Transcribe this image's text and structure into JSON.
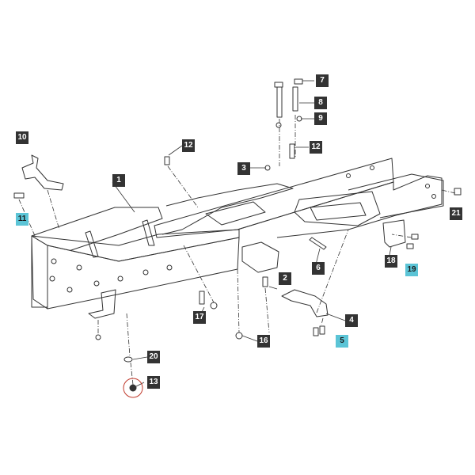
{
  "colors": {
    "callout_bg": "#333333",
    "callout_text": "#ffffff",
    "callout_highlight_bg": "#5bc4d6",
    "line": "#333333",
    "ring": "#c0392b"
  },
  "callouts": [
    {
      "id": "c1",
      "label": "1",
      "highlight": false
    },
    {
      "id": "c2",
      "label": "2",
      "highlight": false
    },
    {
      "id": "c3",
      "label": "3",
      "highlight": false
    },
    {
      "id": "c4",
      "label": "4",
      "highlight": false
    },
    {
      "id": "c5",
      "label": "5",
      "highlight": true
    },
    {
      "id": "c6",
      "label": "6",
      "highlight": false
    },
    {
      "id": "c7",
      "label": "7",
      "highlight": false
    },
    {
      "id": "c8",
      "label": "8",
      "highlight": false
    },
    {
      "id": "c9",
      "label": "9",
      "highlight": false
    },
    {
      "id": "c10",
      "label": "10",
      "highlight": false
    },
    {
      "id": "c11",
      "label": "11",
      "highlight": true
    },
    {
      "id": "c12a",
      "label": "12",
      "highlight": false
    },
    {
      "id": "c12b",
      "label": "12",
      "highlight": false
    },
    {
      "id": "c13",
      "label": "13",
      "highlight": false
    },
    {
      "id": "c16",
      "label": "16",
      "highlight": false
    },
    {
      "id": "c17",
      "label": "17",
      "highlight": false
    },
    {
      "id": "c18",
      "label": "18",
      "highlight": false
    },
    {
      "id": "c19",
      "label": "19",
      "highlight": true
    },
    {
      "id": "c20",
      "label": "20",
      "highlight": false
    },
    {
      "id": "c21",
      "label": "21",
      "highlight": false
    }
  ]
}
